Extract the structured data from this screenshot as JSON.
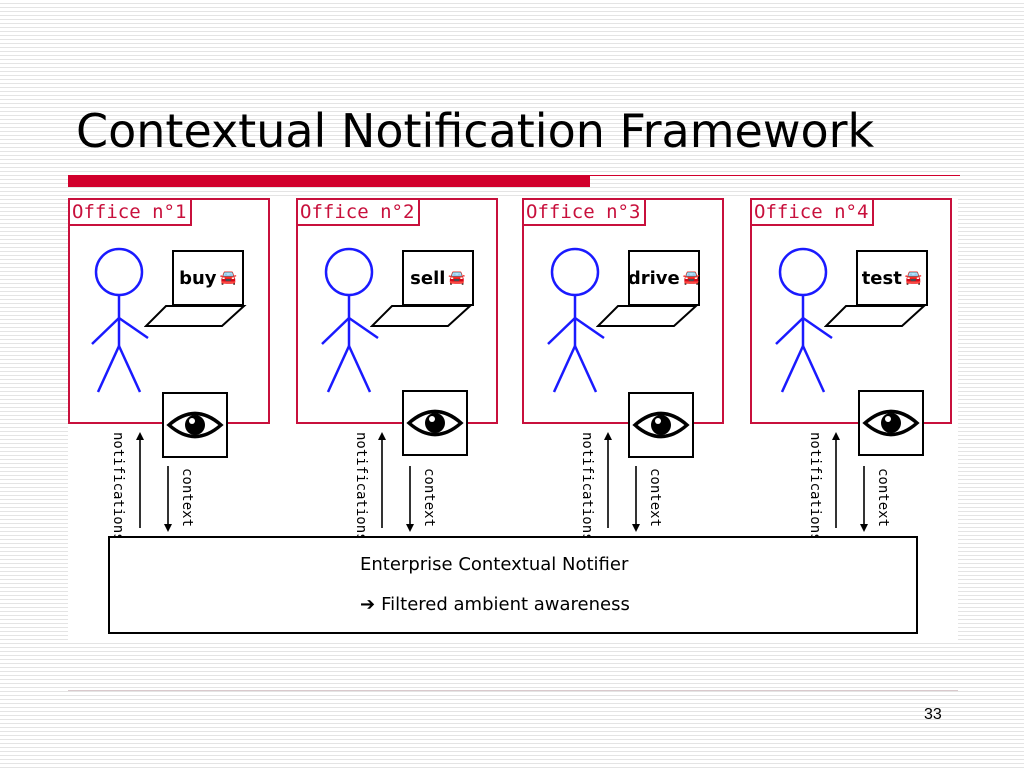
{
  "slide": {
    "title": "Contextual Notification Framework",
    "page_number": "33"
  },
  "offices": [
    {
      "label": "Office n°1",
      "action": "buy",
      "icon": "car-icon"
    },
    {
      "label": "Office n°2",
      "action": "sell",
      "icon": "car-icon"
    },
    {
      "label": "Office n°3",
      "action": "drive",
      "icon": "car-icon"
    },
    {
      "label": "Office n°4",
      "action": "test",
      "icon": "car-icon"
    }
  ],
  "flows": {
    "up_label": "notifications",
    "down_label": "context"
  },
  "notifier": {
    "title": "Enterprise Contextual Notifier",
    "subtitle": "Filtered ambient awareness",
    "bullet_icon": "right-arrow-icon"
  },
  "colors": {
    "accent": "#d1002c",
    "office_border": "#c8103c",
    "figure": "#1a1aff"
  }
}
